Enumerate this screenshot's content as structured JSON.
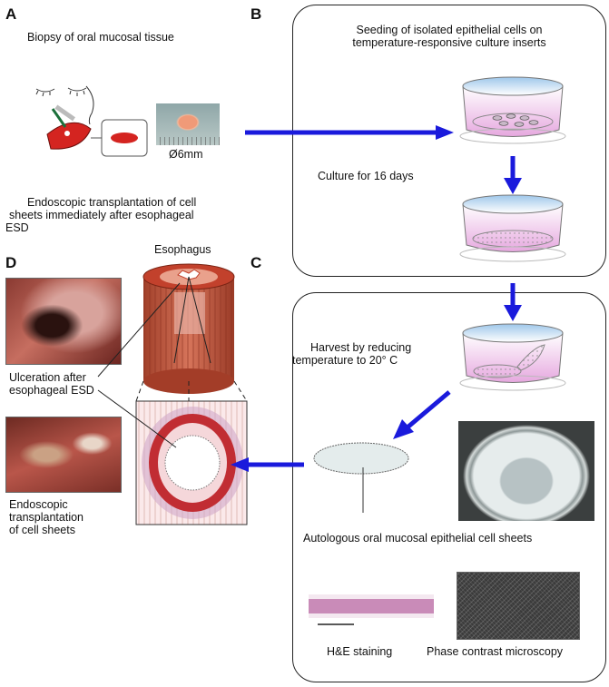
{
  "panels": {
    "a": "A",
    "b": "B",
    "c": "C",
    "d": "D"
  },
  "labels": {
    "biopsy": "Biopsy of oral mucosal tissue",
    "diameter": "Ø6mm",
    "seeding_line1": "Seeding of isolated epithelial cells on",
    "seeding_line2": "temperature-responsive culture inserts",
    "culture": "Culture for 16 days",
    "endoscopic_line1": "Endoscopic transplantation of cell",
    "endoscopic_line2": "sheets immediately after esophageal",
    "endoscopic_line3": "ESD",
    "esophagus": "Esophagus",
    "harvest_line1": "Harvest by reducing",
    "harvest_line2": "temperature to 20° C",
    "ulceration_line1": "Ulceration after",
    "ulceration_line2": "esophageal ESD",
    "transplant_line1": "Endoscopic",
    "transplant_line2": "transplantation",
    "transplant_line3": "of cell sheets",
    "autologous": "Autologous oral mucosal epithelial cell sheets",
    "he": "H&E staining",
    "phase": "Phase contrast microscopy"
  },
  "colors": {
    "arrow": "#1a1adc",
    "tissue": "#c0302a",
    "insert_pink": "#e7b8e2"
  }
}
